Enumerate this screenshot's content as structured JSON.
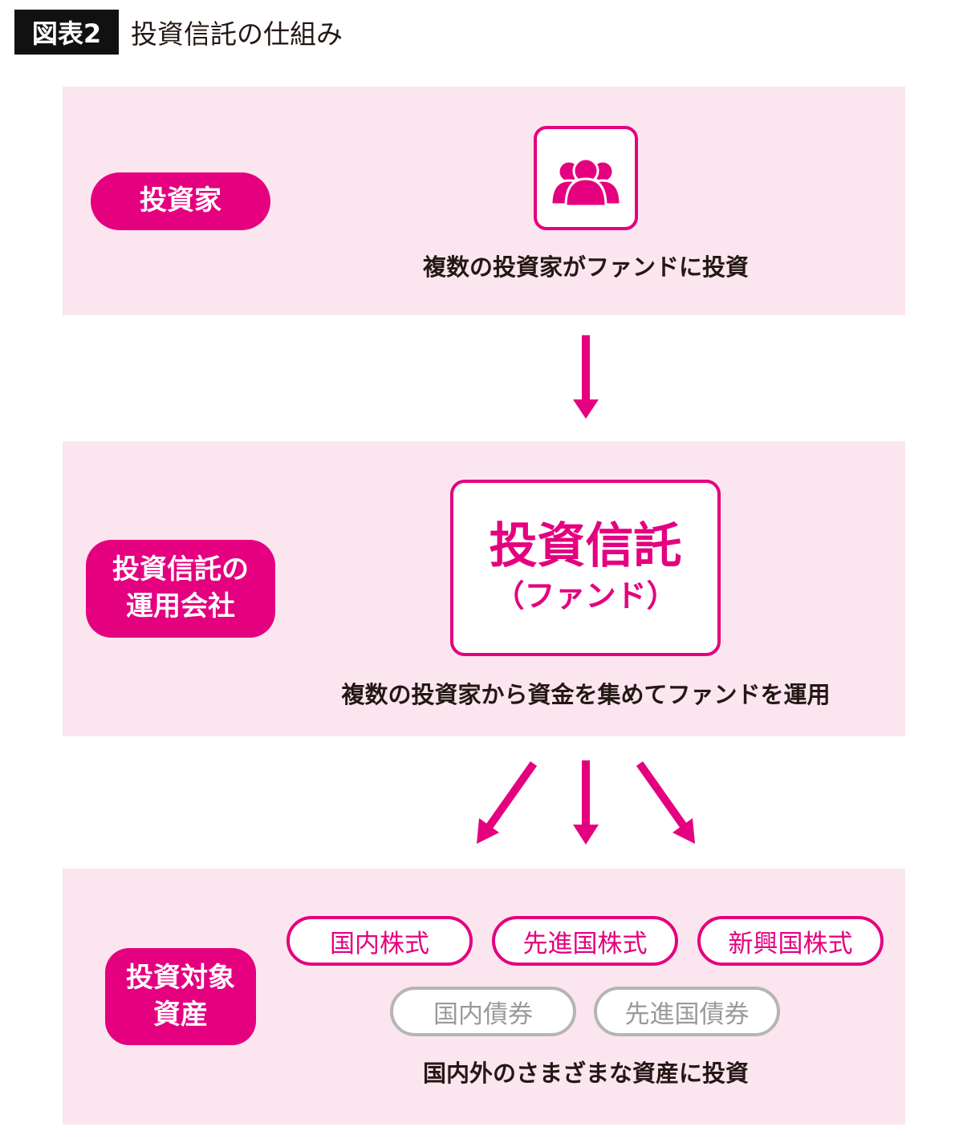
{
  "header": {
    "figure_tag": "図表2",
    "title": "投資信託の仕組み"
  },
  "colors": {
    "accent": "#e4007f",
    "panel_bg": "#fbe5ef",
    "muted": "#b5b5b5"
  },
  "investor": {
    "label": "投資家",
    "icon": "people-group-icon",
    "caption": "複数の投資家がファンドに投資"
  },
  "manager": {
    "label_lines": [
      "投資信託の",
      "運用会社"
    ],
    "fund_title": "投資信託",
    "fund_subtitle": "（ファンド）",
    "caption": "複数の投資家から資金を集めてファンドを運用"
  },
  "assets": {
    "label_lines": [
      "投資対象",
      "資産"
    ],
    "primary": [
      "国内株式",
      "先進国株式",
      "新興国株式"
    ],
    "secondary": [
      "国内債券",
      "先進国債券"
    ],
    "caption": "国内外のさまざまな資産に投資"
  }
}
